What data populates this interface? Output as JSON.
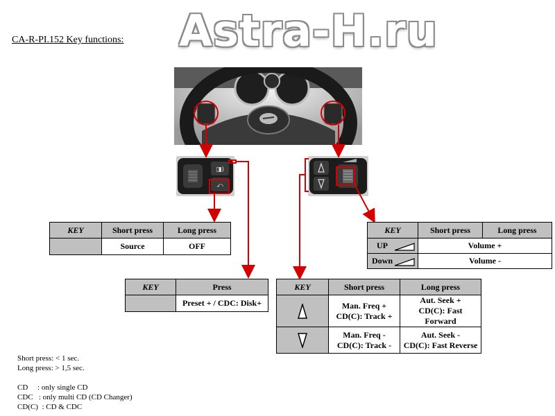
{
  "watermark": "Astra-H.ru",
  "title": "CA-R-PI.152 Key functions:",
  "colors": {
    "annotation_red": "#d40000",
    "table_header_gray": "#c0c0c0"
  },
  "table_source": {
    "headers": [
      "KEY",
      "Short press",
      "Long press"
    ],
    "row": {
      "key": "",
      "short": "Source",
      "long": "OFF"
    }
  },
  "table_preset": {
    "headers": [
      "KEY",
      "Press"
    ],
    "row": {
      "key": "",
      "press": "Preset + / CDC: Disk+"
    }
  },
  "table_seek": {
    "headers": [
      "KEY",
      "Short press",
      "Long press"
    ],
    "rows": [
      {
        "key_icon": "up-triangle-icon",
        "short_1": "Man. Freq +",
        "short_2": "CD(C): Track +",
        "long_1": "Aut. Seek +",
        "long_2": "CD(C): Fast Forward"
      },
      {
        "key_icon": "down-triangle-icon",
        "short_1": "Man. Freq -",
        "short_2": "CD(C): Track -",
        "long_1": "Aut. Seek -",
        "long_2": "CD(C): Fast Reverse"
      }
    ]
  },
  "table_volume": {
    "headers": [
      "KEY",
      "Short press",
      "Long press"
    ],
    "rows": [
      {
        "key": "UP",
        "key_icon": "volume-wedge-icon",
        "function": "Volume +"
      },
      {
        "key": "Down",
        "key_icon": "volume-wedge-icon",
        "function": "Volume -"
      }
    ]
  },
  "notes": {
    "short_press": "Short press: < 1 sec.",
    "long_press": "Long press: > 1,5 sec.",
    "cd": "CD     : only single CD",
    "cdc": "CDC   : only multi CD (CD Changer)",
    "cdcc": "CD(C)  : CD & CDC"
  }
}
